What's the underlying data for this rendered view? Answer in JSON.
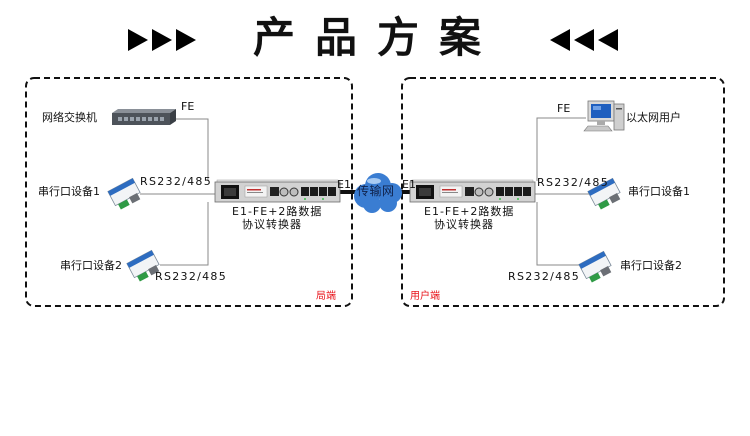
{
  "title": "产品方案",
  "title_decorations": {
    "left_icon": "triple-right-arrow-icon",
    "right_icon": "triple-left-arrow-icon"
  },
  "colors": {
    "end_label": "#e8141b",
    "cloud": "#3a7dd2",
    "frame_border": "#111111",
    "trunk_line": "#111111",
    "link_line": "#8a8a8a"
  },
  "central_site": {
    "site_label": "局端",
    "switch": {
      "name": "网络交换机",
      "link": "FE",
      "icon": "network-switch-icon"
    },
    "serial_device_1": {
      "name": "串行口设备1",
      "link": "RS232/485",
      "icon": "serial-device-icon"
    },
    "serial_device_2": {
      "name": "串行口设备2",
      "link": "RS232/485",
      "icon": "serial-device-icon"
    },
    "converter": {
      "name_line1": "E1-FE+2路数据",
      "name_line2": "协议转换器",
      "icon": "protocol-converter-icon",
      "trunk_link": "E1"
    }
  },
  "transport_network": {
    "name": "传输网",
    "icon": "cloud-icon"
  },
  "user_site": {
    "site_label": "用户端",
    "ethernet_user": {
      "name": "以太网用户",
      "link": "FE",
      "icon": "desktop-computer-icon"
    },
    "serial_device_1": {
      "name": "串行口设备1",
      "link": "RS232/485",
      "icon": "serial-device-icon"
    },
    "serial_device_2": {
      "name": "串行口设备2",
      "link": "RS232/485",
      "icon": "serial-device-icon"
    },
    "converter": {
      "name_line1": "E1-FE+2路数据",
      "name_line2": "协议转换器",
      "icon": "protocol-converter-icon",
      "trunk_link": "E1"
    }
  }
}
